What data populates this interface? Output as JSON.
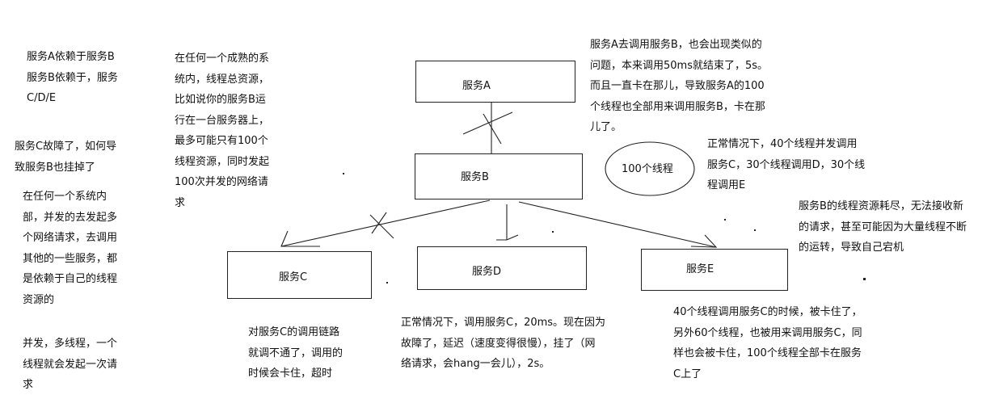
{
  "notes": {
    "dependency": "服务A依赖于服务B\n服务B依赖于，服务\nC/D/E",
    "question": "服务C故障了，如何导\n致服务B也挂掉了",
    "concurrency_intro": "在任何一个系统内\n部，并发的去发起多\n个网络请求，去调用\n其他的一些服务，都\n是依赖于自己的线程\n资源的",
    "thread_per_request": "并发，多线程，一个\n线程就会发起一次请\n求",
    "thread_pool": "在任何一个成熟的系\n统内，线程总资源，\n比如说你的服务B运\n行在一台服务器上，\n最多可能只有100个\n线程资源，同时发起\n100次并发的网络请\n求",
    "service_a_stuck": "服务A去调用服务B，也会出现类似的\n问题，本来调用50ms就结束了，5s。\n而且一直卡在那儿，导致服务A的100\n个线程也全部用来调用服务B，卡在那\n儿了。",
    "normal_distribution": "正常情况下，40个线程并发调用\n服务C，30个线程调用D，30个线\n程调用E",
    "service_b_exhausted": "服务B的线程资源耗尽，无法接收新\n的请求，甚至可能因为大量线程不断\n的运转，导致自己宕机",
    "call_chain_blocked": "对服务C的调用链路\n就调不通了，调用的\n时候会卡住，超时",
    "service_c_delay": "正常情况下，调用服务C，20ms。现在因为\n故障了，延迟（速度变得很慢），挂了（网\n络请求，会hang一会儿），2s。",
    "threads_stuck_on_c": "40个线程调用服务C的时候，被卡住了，\n另外60个线程，也被用来调用服务C，同\n样也会被卡住，100个线程全部卡在服务\nC上了"
  },
  "services": {
    "a": "服务A",
    "b": "服务B",
    "c": "服务C",
    "d": "服务D",
    "e": "服务E"
  },
  "thread_count_label": "100个线程"
}
